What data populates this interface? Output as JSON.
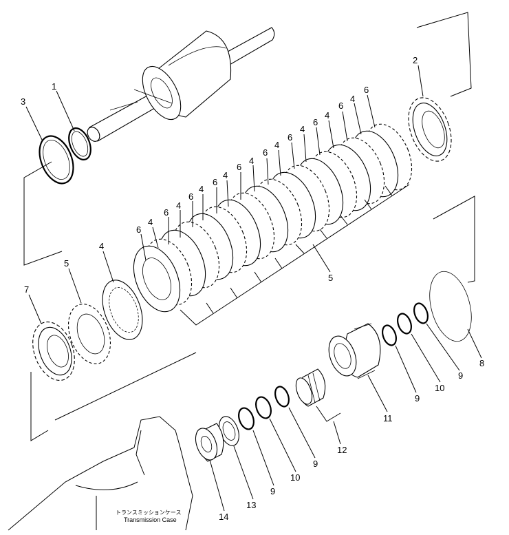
{
  "labels": {
    "n1": "1",
    "n2": "2",
    "n3": "3",
    "n4": "4",
    "n5": "5",
    "n6": "6",
    "n7": "7",
    "n8": "8",
    "n9": "9",
    "n10": "10",
    "n11": "11",
    "n12": "12",
    "n13": "13",
    "n14": "14"
  },
  "case": {
    "jp": "トランスミッションケース",
    "en": "Transmission Case"
  }
}
